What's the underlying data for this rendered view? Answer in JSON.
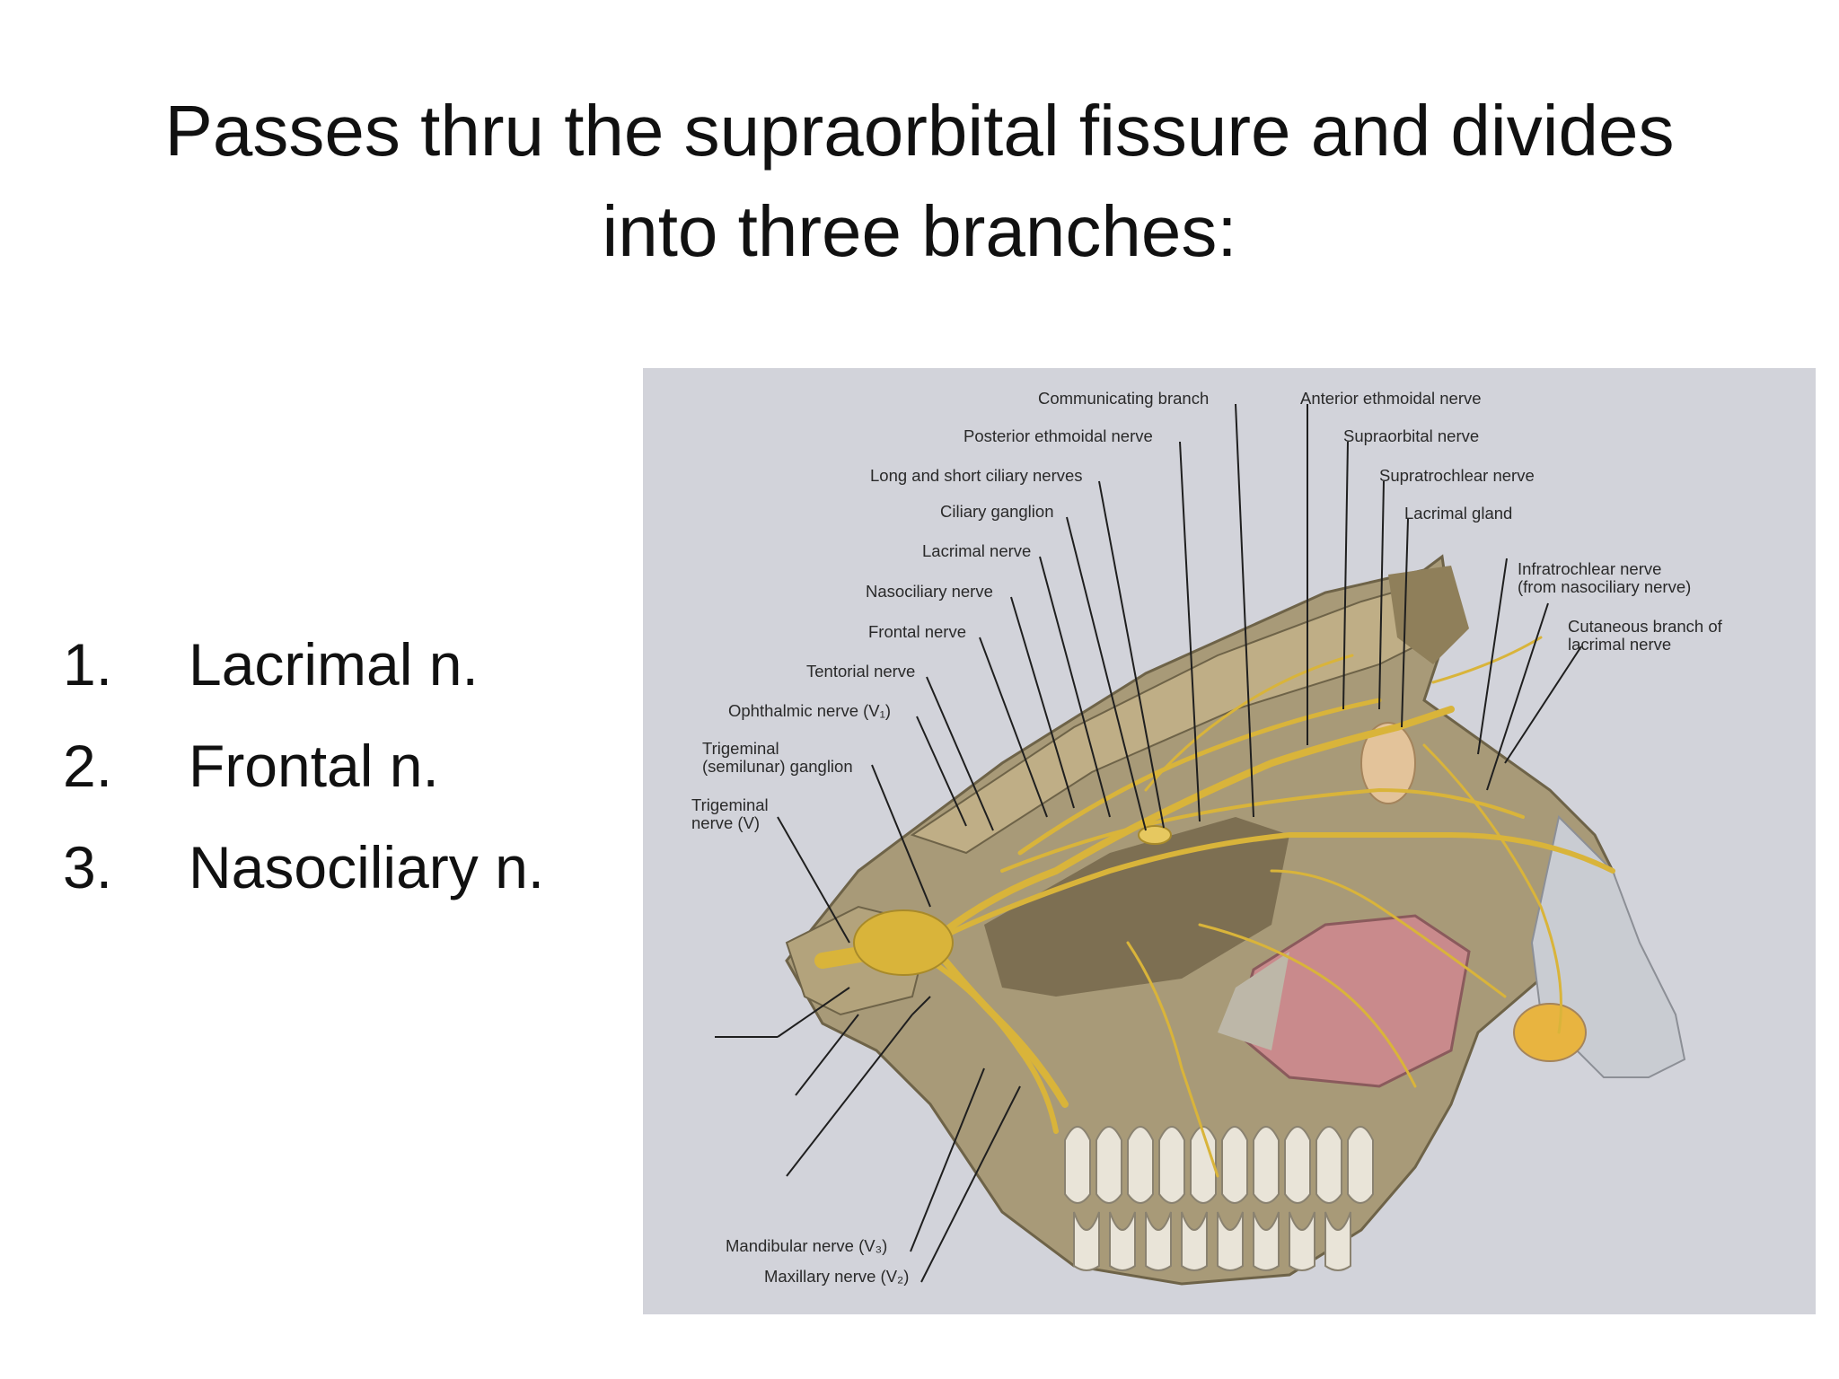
{
  "slide": {
    "title_lines": [
      "Passes thru the supraorbital fissure and divides",
      "into three branches:"
    ],
    "list": [
      {
        "number": "1.",
        "text": "Lacrimal n."
      },
      {
        "number": "2.",
        "text": "Frontal n."
      },
      {
        "number": "3.",
        "text": "Nasociliary n."
      }
    ]
  },
  "figure": {
    "labels": {
      "communicating_branch": "Communicating branch",
      "posterior_ethmoidal": "Posterior ethmoidal nerve",
      "long_short_ciliary": "Long and short ciliary nerves",
      "ciliary_ganglion": "Ciliary ganglion",
      "lacrimal_nerve": "Lacrimal nerve",
      "nasociliary_nerve": "Nasociliary nerve",
      "frontal_nerve": "Frontal nerve",
      "tentorial_nerve": "Tentorial nerve",
      "ophthalmic_nerve": "Ophthalmic nerve (V₁)",
      "trigeminal_ganglion_1": "Trigeminal",
      "trigeminal_ganglion_2": "(semilunar) ganglion",
      "trigeminal_nerve_1": "Trigeminal",
      "trigeminal_nerve_2": "nerve (V)",
      "mandibular_nerve": "Mandibular nerve (V₃)",
      "maxillary_nerve": "Maxillary nerve (V₂)",
      "anterior_ethmoidal": "Anterior ethmoidal nerve",
      "supraorbital_nerve": "Supraorbital nerve",
      "supratrochlear_nerve": "Supratrochlear nerve",
      "lacrimal_gland": "Lacrimal gland",
      "infratrochlear_1": "Infratrochlear nerve",
      "infratrochlear_2": "(from nasociliary nerve)",
      "cutaneous_branch_1": "Cutaneous branch of",
      "cutaneous_branch_2": "lacrimal nerve"
    }
  },
  "colors": {
    "background": "#ffffff",
    "figure_bg": "#d2d3da",
    "bone": "#a89a78",
    "nerve": "#d9b43a",
    "sinus": "#c98a8c",
    "gland": "#e3c39a",
    "text": "#111111"
  }
}
